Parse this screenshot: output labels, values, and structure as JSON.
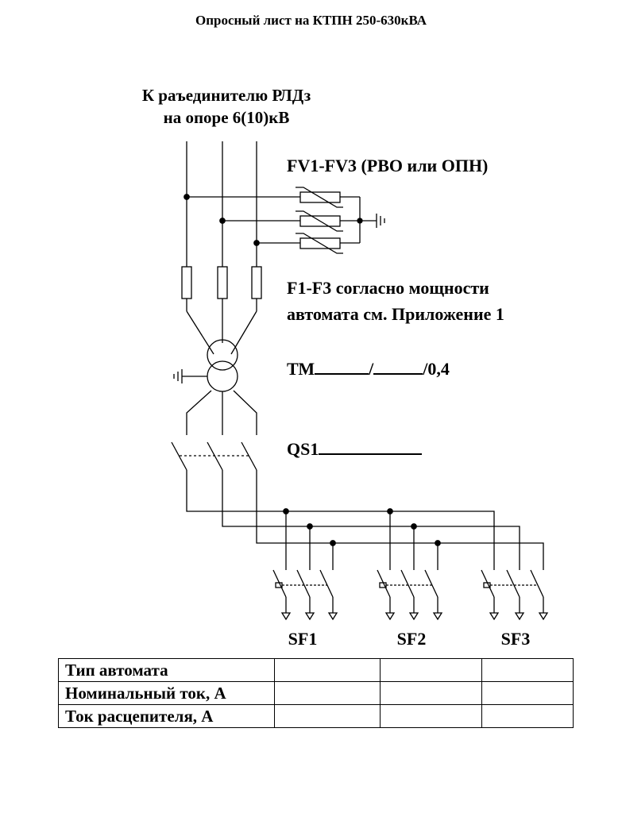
{
  "title": "Опросный лист на КТПН 250-630кВА",
  "source_label": {
    "line1": "К раъединителю РЛДз",
    "line2": "на опоре 6(10)кВ"
  },
  "arrester_label": "FV1-FV3  (РВО или ОПН)",
  "fuse_label": {
    "line1": "F1-F3 согласно мощности",
    "line2": "автомата см. Приложение 1"
  },
  "transformer_label": {
    "prefix": "ТМ",
    "sep": "/",
    "suffix": "/0,4"
  },
  "switch_label": "QS1",
  "breakers": [
    "SF1",
    "SF2",
    "SF3"
  ],
  "table": {
    "rows": [
      {
        "label": "Тип автомата",
        "values": [
          "",
          "",
          ""
        ]
      },
      {
        "label": "Номинальный ток, А",
        "values": [
          "",
          "",
          ""
        ]
      },
      {
        "label": "Ток расцепителя, А",
        "values": [
          "",
          "",
          ""
        ]
      }
    ]
  }
}
